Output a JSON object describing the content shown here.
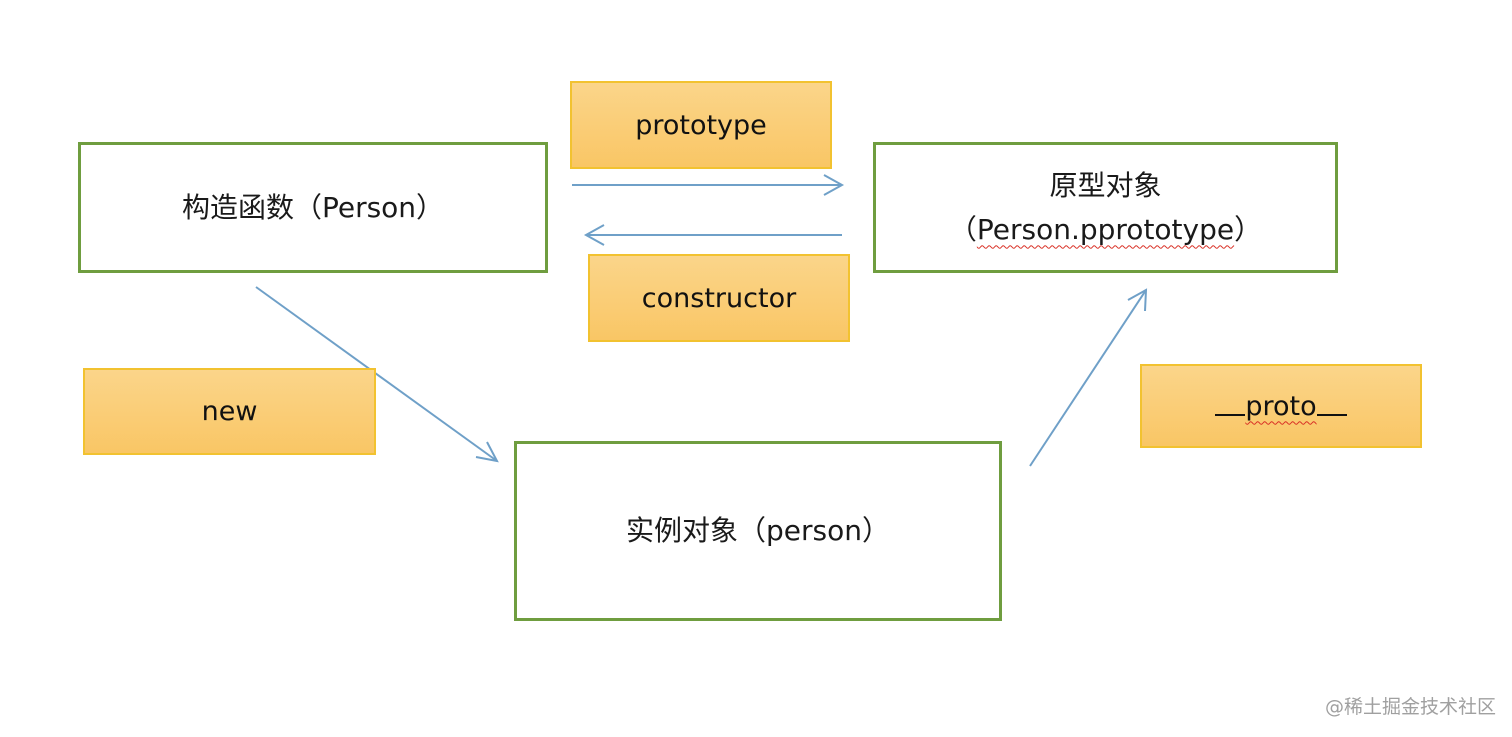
{
  "nodes": {
    "constructor_fn": {
      "label": "构造函数（Person）"
    },
    "prototype_obj": {
      "line1": "原型对象",
      "line2_open": "（",
      "line2_main": "Person.pprototype",
      "line2_close": "）"
    },
    "instance_obj": {
      "label": "实例对象（person）"
    }
  },
  "edge_labels": {
    "prototype": "prototype",
    "constructor": "constructor",
    "new": "new",
    "proto": "proto"
  },
  "colors": {
    "box_border": "#6f9d3f",
    "label_fill": "#f9c665",
    "label_border": "#f2c230",
    "arrow": "#6fa0c8"
  },
  "watermark": "@稀土掘金技术社区"
}
